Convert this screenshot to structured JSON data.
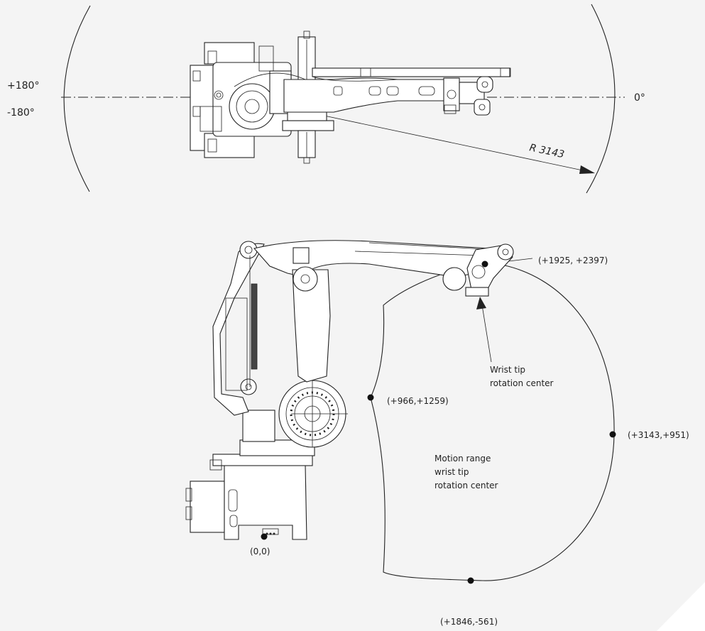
{
  "top_view": {
    "angle_pos": "+180°",
    "angle_neg": "-180°",
    "angle_zero": "0°",
    "radius_label": "R 3143"
  },
  "side_view": {
    "points": [
      {
        "id": "origin",
        "label": "(0,0)"
      },
      {
        "id": "top",
        "label": "(+1925, +2397)"
      },
      {
        "id": "inner",
        "label": "(+966,+1259)"
      },
      {
        "id": "outer",
        "label": "(+3143,+951)"
      },
      {
        "id": "bottom",
        "label": "(+1846,-561)"
      }
    ],
    "wrist_label_line1": "Wrist tip",
    "wrist_label_line2": "rotation center",
    "range_label_line1": "Motion range",
    "range_label_line2": "wrist tip",
    "range_label_line3": "rotation center"
  },
  "colors": {
    "background": "#f4f4f4",
    "line": "#222222",
    "corner": "#ffffff"
  }
}
